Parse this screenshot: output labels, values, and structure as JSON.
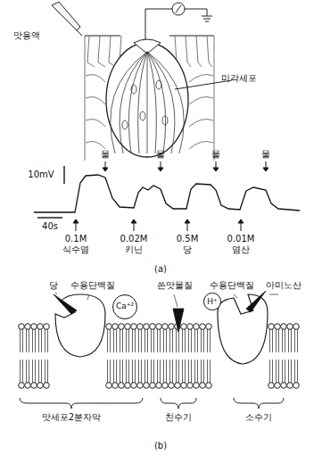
{
  "diagram": {
    "nodes": [
      {
        "text": [
          "Ca⁺²"
        ]
      },
      {
        "text": [
          "H⁺"
        ]
      }
    ],
    "labels": [
      "맛용액",
      "미각세포",
      "물",
      "물",
      "물",
      "물",
      "10mV",
      "40s",
      "0.1M 식수염",
      "0.02M 키닌",
      "0.5M 당",
      "0.01M 염산",
      "(a)",
      "당",
      "수용단백질",
      "쓴맛물질",
      "수용단백질",
      "아미노산",
      "맛세포2분자막",
      "친수기",
      "소수기",
      "(b)"
    ]
  }
}
